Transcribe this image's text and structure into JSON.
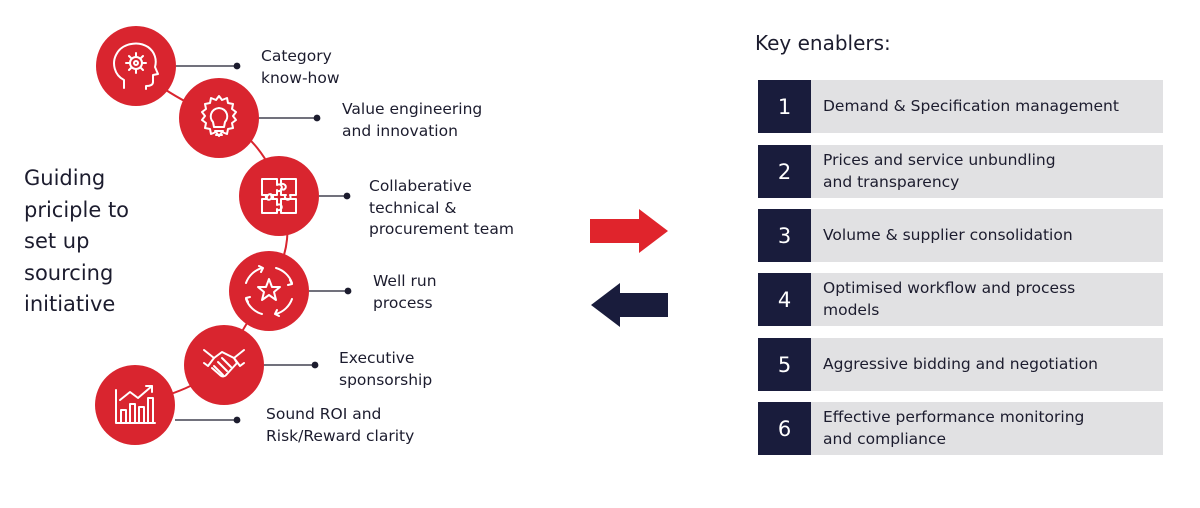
{
  "colors": {
    "accent_red": "#d9252f",
    "navy": "#191c3c",
    "row_gray": "#e1e1e3",
    "connector": "#d9252f",
    "leader": "#1c1c2e"
  },
  "guiding": {
    "title": "Guiding priciple to set up sourcing initiative"
  },
  "principles": [
    {
      "icon": "head-gear-icon",
      "label": "Category\nknow-how"
    },
    {
      "icon": "lightbulb-gear-icon",
      "label": "Value engineering\nand innovation"
    },
    {
      "icon": "puzzle-icon",
      "label": "Collaberative\ntechnical &\nprocurement team"
    },
    {
      "icon": "star-cycle-icon",
      "label": "Well run\nprocess"
    },
    {
      "icon": "handshake-icon",
      "label": "Executive\nsponsorship"
    },
    {
      "icon": "bar-chart-growth-icon",
      "label": "Sound ROI and\nRisk/Reward clarity"
    }
  ],
  "arrows": {
    "right_arrow_color": "#e0242c",
    "left_arrow_color": "#191c3c"
  },
  "enablers": {
    "heading": "Key enablers:",
    "items": [
      {
        "number": "1",
        "text": "Demand & Specification management"
      },
      {
        "number": "2",
        "text": "Prices and service unbundling\nand transparency"
      },
      {
        "number": "3",
        "text": "Volume & supplier consolidation"
      },
      {
        "number": "4",
        "text": "Optimised workflow and process\nmodels"
      },
      {
        "number": "5",
        "text": "Aggressive bidding and negotiation"
      },
      {
        "number": "6",
        "text": "Effective performance monitoring\nand compliance"
      }
    ]
  }
}
